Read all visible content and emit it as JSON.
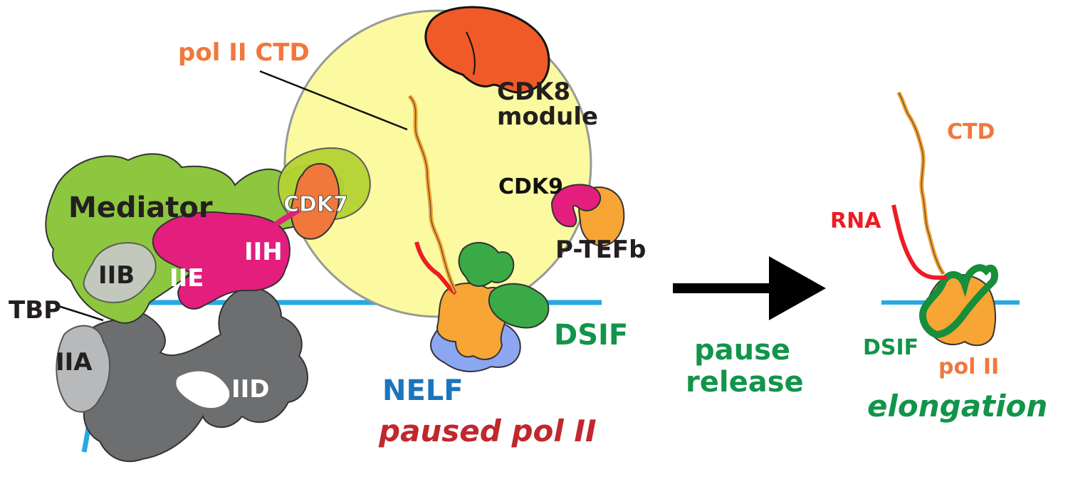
{
  "labels": {
    "pol2_ctd": "pol II CTD",
    "cdk8": "CDK8",
    "cdk8_module": "module",
    "mediator": "Mediator",
    "cdk7": "CDK7",
    "cdk9": "CDK9",
    "ptefb": "P-TEFb",
    "iih": "IIH",
    "iie": "IIE",
    "iib": "IIB",
    "tbp": "TBP",
    "iia": "IIA",
    "iid": "IID",
    "nelf": "NELF",
    "dsif_left": "DSIF",
    "paused": "paused pol II",
    "pause": "pause",
    "release": "release",
    "ctd_right": "CTD",
    "rna": "RNA",
    "dsif_right": "DSIF",
    "pol2_right": "pol II",
    "elongation": "elongation"
  },
  "colors": {
    "ctd_orange": "#f0783c",
    "mediator_green": "#8dc63f",
    "cdk7_green": "#b5d334",
    "magenta": "#e31e7d",
    "orange_red": "#f05a28",
    "polII_orange": "#f7a535",
    "dsif_green": "#3aaa46",
    "nelf_blue": "#8ca6f2",
    "yellow_sphere": "#fbfaa0",
    "gray_dark": "#6d6e70",
    "gray_light": "#b8b9ba",
    "dna_blue": "#27aae1",
    "rna_red": "#ed1c24",
    "label_red": "#c1272d",
    "label_green": "#12944a",
    "label_blue": "#1b75bc"
  }
}
